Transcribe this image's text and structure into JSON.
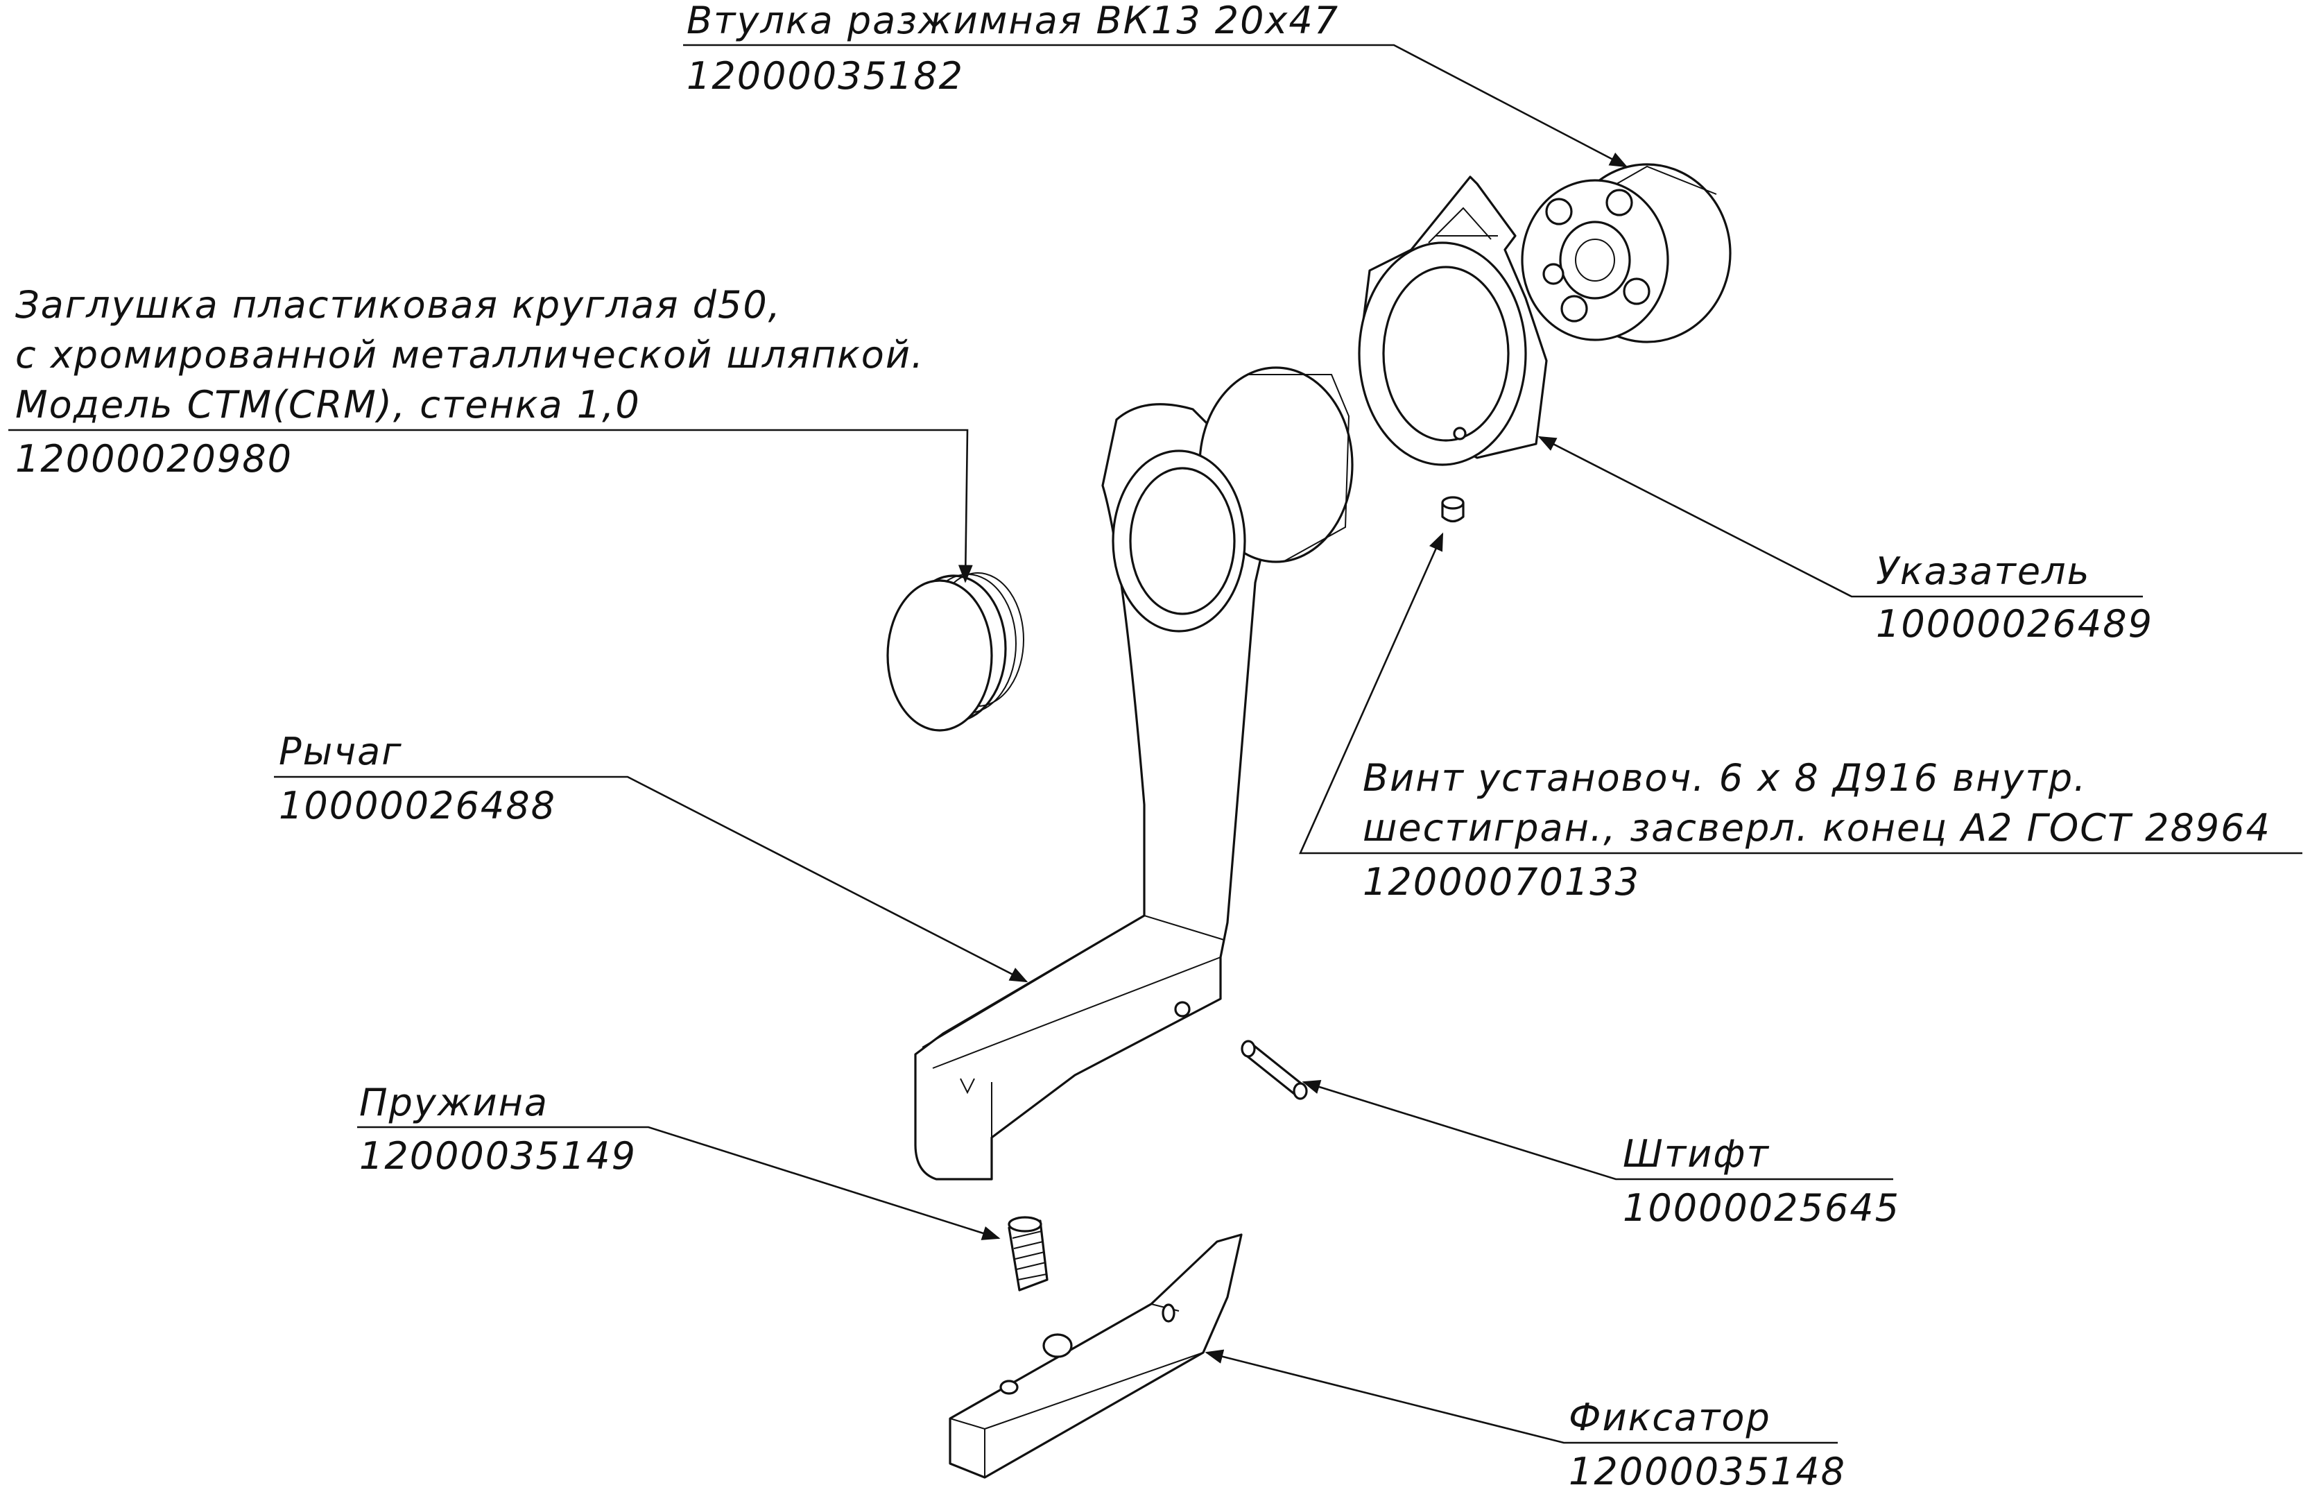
{
  "callouts": {
    "bushing": {
      "name": "Втулка разжимная ВК13 20х47",
      "code": "12000035182"
    },
    "plug": {
      "line1": "Заглушка пластиковая круглая d50,",
      "line2": "с хромированной металлической шляпкой.",
      "line3": "Модель CTM(CRM), стенка 1,0",
      "code": "12000020980"
    },
    "pointer": {
      "name": "Указатель",
      "code": "10000026489"
    },
    "lever": {
      "name": "Рычаг",
      "code": "10000026488"
    },
    "set_screw": {
      "line1": "Винт установоч. 6 х 8 Д916 внутр.",
      "line2": "шестигран., засверл. конец А2 ГОСТ 28964",
      "code": "12000070133"
    },
    "spring": {
      "name": "Пружина",
      "code": "12000035149"
    },
    "pin": {
      "name": "Штифт",
      "code": "10000025645"
    },
    "latch": {
      "name": "Фиксатор",
      "code": "12000035148"
    }
  }
}
